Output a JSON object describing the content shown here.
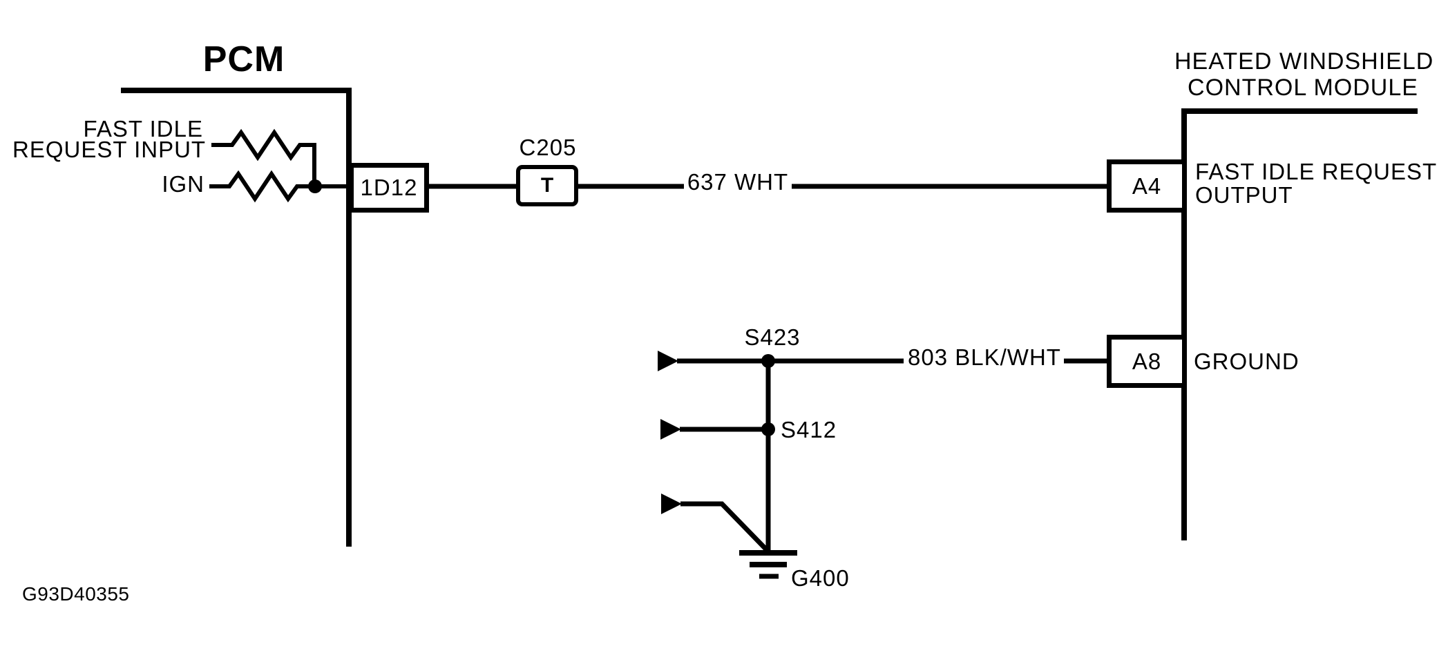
{
  "diagram": {
    "code": "G93D40355",
    "colors": {
      "background": "#ffffff",
      "line": "#000000"
    }
  },
  "pcm": {
    "title": "PCM",
    "pin_1d12": "1D12",
    "fast_idle_input_line1": "FAST IDLE",
    "fast_idle_input_line2": "REQUEST INPUT",
    "ign_label": "IGN"
  },
  "connector_c205": {
    "label": "C205",
    "symbol": "T"
  },
  "wires": {
    "wire_637": "637 WHT",
    "wire_803": "803 BLK/WHT"
  },
  "hwcm": {
    "title_line1": "HEATED WINDSHIELD",
    "title_line2": "CONTROL MODULE",
    "pin_a4": "A4",
    "pin_a4_desc_line1": "FAST IDLE REQUEST",
    "pin_a4_desc_line2": "OUTPUT",
    "pin_a8": "A8",
    "pin_a8_desc": "GROUND"
  },
  "splices": {
    "s423": "S423",
    "s412": "S412"
  },
  "ground": {
    "label": "G400"
  }
}
